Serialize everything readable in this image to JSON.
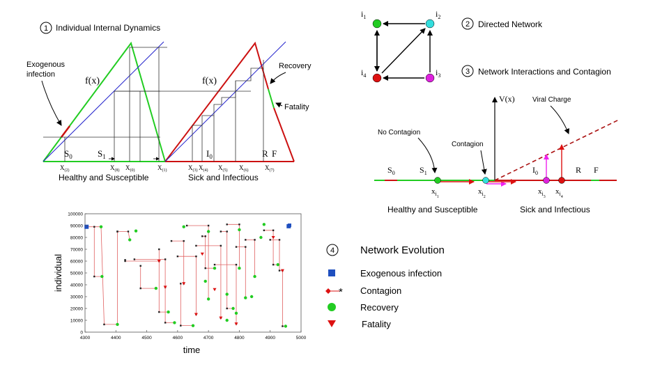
{
  "panel1": {
    "number": "1",
    "title": "Individual Internal Dynamics",
    "fx_left": "f(x)",
    "fx_right": "f(x)",
    "exogenous": [
      "Exogenous",
      "infection"
    ],
    "recovery": "Recovery",
    "fatality": "Fatality",
    "s0": "S",
    "s0_sub": "0",
    "s1": "S",
    "s1_sub": "1",
    "i0": "I",
    "i0_sub": "0",
    "r": "R",
    "f": "F",
    "ticks": [
      {
        "t": "X",
        "s": "(2)"
      },
      {
        "t": "X",
        "s": "(8)"
      },
      {
        "t": "X",
        "s": "(0)"
      },
      {
        "t": "X",
        "s": "(1)"
      },
      {
        "t": "X",
        "s": "(3)"
      },
      {
        "t": "X",
        "s": "(4)"
      },
      {
        "t": "X",
        "s": "(5)"
      },
      {
        "t": "X",
        "s": "(6)"
      },
      {
        "t": "X",
        "s": "(7)"
      }
    ],
    "healthy": "Healthy and Susceptible",
    "sick": "Sick and Infectious"
  },
  "panel2": {
    "number": "2",
    "title": "Directed Network",
    "nodes": [
      {
        "t": "i",
        "s": "1",
        "color": "#22cc22"
      },
      {
        "t": "i",
        "s": "2",
        "color": "#33dddd"
      },
      {
        "t": "i",
        "s": "3",
        "color": "#dd22dd"
      },
      {
        "t": "i",
        "s": "4",
        "color": "#dd1111"
      }
    ]
  },
  "panel3": {
    "number": "3",
    "title": "Network Interactions and Contagion",
    "vx": "V(x)",
    "viral": "Viral Charge",
    "no_contagion": "No Contagion",
    "contagion": "Contagion",
    "s0": "S",
    "s0_sub": "0",
    "s1": "S",
    "s1_sub": "1",
    "i0": "I",
    "i0_sub": "0",
    "r": "R",
    "f": "F",
    "x_labels": [
      {
        "t": "x",
        "s": "i",
        "ss": "1"
      },
      {
        "t": "x",
        "s": "i",
        "ss": "2"
      },
      {
        "t": "x",
        "s": "i",
        "ss": "3"
      },
      {
        "t": "x",
        "s": "i",
        "ss": "4"
      }
    ],
    "healthy": "Healthy and Susceptible",
    "sick": "Sick and Infectious"
  },
  "panel4": {
    "number": "4",
    "title": "Network Evolution",
    "legend": [
      {
        "label": "Exogenous infection",
        "icon": "blue-square-icon",
        "color": "#1f4fbf"
      },
      {
        "label": "Contagion",
        "icon": "contagion-arrow-icon",
        "color": "#dd1111"
      },
      {
        "label": "Recovery",
        "icon": "green-circle-icon",
        "color": "#22cc22"
      },
      {
        "label": "Fatality",
        "icon": "red-triangle-icon",
        "color": "#dd1111"
      }
    ]
  },
  "chart_data": {
    "type": "scatter",
    "xlabel": "time",
    "ylabel": "individual",
    "xlim": [
      4300,
      5000
    ],
    "ylim": [
      0,
      100000
    ],
    "x_ticks": [
      "4300",
      "4400",
      "4500",
      "4600",
      "4700",
      "4800",
      "4900",
      "5000"
    ],
    "y_ticks": [
      "0",
      "10000",
      "20000",
      "30000",
      "40000",
      "50000",
      "60000",
      "70000",
      "80000",
      "90000",
      "100000"
    ],
    "grid": false,
    "exogenous": [
      {
        "x": 4305,
        "y": 89000
      },
      {
        "x": 4960,
        "y": 89500
      }
    ],
    "contagion_chains": [
      [
        [
          4305,
          89000
        ],
        [
          4352,
          89000
        ],
        [
          4362,
          6500
        ],
        [
          4405,
          6500
        ]
      ],
      [
        [
          4330,
          89000
        ],
        [
          4330,
          47000
        ],
        [
          4355,
          47000
        ]
      ],
      [
        [
          4405,
          85000
        ],
        [
          4405,
          6500
        ]
      ],
      [
        [
          4405,
          85000
        ],
        [
          4440,
          85000
        ],
        [
          4445,
          78000
        ]
      ],
      [
        [
          4430,
          61000
        ],
        [
          4430,
          60000
        ],
        [
          4540,
          60000
        ]
      ],
      [
        [
          4460,
          61500
        ],
        [
          4560,
          61500
        ],
        [
          4560,
          38000
        ]
      ],
      [
        [
          4480,
          56000
        ],
        [
          4480,
          37000
        ],
        [
          4530,
          37000
        ]
      ],
      [
        [
          4540,
          70000
        ],
        [
          4540,
          17000
        ],
        [
          4570,
          17000
        ]
      ],
      [
        [
          4560,
          38000
        ],
        [
          4560,
          8000
        ],
        [
          4590,
          8000
        ]
      ],
      [
        [
          4580,
          77000
        ],
        [
          4620,
          77000
        ],
        [
          4620,
          41000
        ]
      ],
      [
        [
          4600,
          64000
        ],
        [
          4660,
          64000
        ],
        [
          4660,
          15000
        ]
      ],
      [
        [
          4610,
          41000
        ],
        [
          4610,
          5500
        ],
        [
          4650,
          5500
        ]
      ],
      [
        [
          4630,
          90000
        ],
        [
          4700,
          90000
        ],
        [
          4700,
          28000
        ]
      ],
      [
        [
          4660,
          73000
        ],
        [
          4740,
          73000
        ],
        [
          4740,
          12000
        ]
      ],
      [
        [
          4680,
          81000
        ],
        [
          4690,
          81000
        ],
        [
          4690,
          54000
        ],
        [
          4720,
          54000
        ]
      ],
      [
        [
          4720,
          57000
        ],
        [
          4790,
          57000
        ],
        [
          4790,
          7000
        ]
      ],
      [
        [
          4740,
          85000
        ],
        [
          4760,
          85000
        ],
        [
          4760,
          20000
        ],
        [
          4780,
          20000
        ]
      ],
      [
        [
          4760,
          91000
        ],
        [
          4800,
          91000
        ],
        [
          4800,
          54000
        ]
      ],
      [
        [
          4790,
          72000
        ],
        [
          4820,
          72000
        ],
        [
          4820,
          29000
        ]
      ],
      [
        [
          4820,
          78000
        ],
        [
          4850,
          78000
        ],
        [
          4850,
          47000
        ]
      ],
      [
        [
          4880,
          86000
        ],
        [
          4910,
          86000
        ],
        [
          4910,
          57000
        ],
        [
          4925,
          57000
        ]
      ],
      [
        [
          4900,
          78000
        ],
        [
          4930,
          78000
        ],
        [
          4930,
          52000
        ],
        [
          4940,
          52000
        ],
        [
          4940,
          5000
        ],
        [
          4950,
          5000
        ]
      ]
    ],
    "recovery": [
      {
        "x": 4352,
        "y": 89000
      },
      {
        "x": 4405,
        "y": 6500
      },
      {
        "x": 4355,
        "y": 47000
      },
      {
        "x": 4445,
        "y": 78000
      },
      {
        "x": 4465,
        "y": 85500
      },
      {
        "x": 4530,
        "y": 37000
      },
      {
        "x": 4570,
        "y": 17000
      },
      {
        "x": 4590,
        "y": 8000
      },
      {
        "x": 4650,
        "y": 5500
      },
      {
        "x": 4690,
        "y": 43000
      },
      {
        "x": 4700,
        "y": 28000
      },
      {
        "x": 4720,
        "y": 54000
      },
      {
        "x": 4760,
        "y": 10000
      },
      {
        "x": 4780,
        "y": 20000
      },
      {
        "x": 4800,
        "y": 54000
      },
      {
        "x": 4820,
        "y": 29000
      },
      {
        "x": 4840,
        "y": 30000
      },
      {
        "x": 4850,
        "y": 47000
      },
      {
        "x": 4870,
        "y": 80000
      },
      {
        "x": 4880,
        "y": 91000
      },
      {
        "x": 4925,
        "y": 57000
      },
      {
        "x": 4950,
        "y": 5000
      },
      {
        "x": 4800,
        "y": 86500
      },
      {
        "x": 4700,
        "y": 85000
      },
      {
        "x": 4620,
        "y": 89000
      },
      {
        "x": 4760,
        "y": 32000
      },
      {
        "x": 4790,
        "y": 16000
      }
    ],
    "fatality": [
      {
        "x": 4540,
        "y": 60000
      },
      {
        "x": 4560,
        "y": 38000
      },
      {
        "x": 4620,
        "y": 41000
      },
      {
        "x": 4660,
        "y": 15000
      },
      {
        "x": 4740,
        "y": 12000
      },
      {
        "x": 4790,
        "y": 7000
      },
      {
        "x": 4940,
        "y": 52000
      },
      {
        "x": 4910,
        "y": 80000
      },
      {
        "x": 4680,
        "y": 66000
      },
      {
        "x": 4720,
        "y": 36000
      }
    ]
  }
}
